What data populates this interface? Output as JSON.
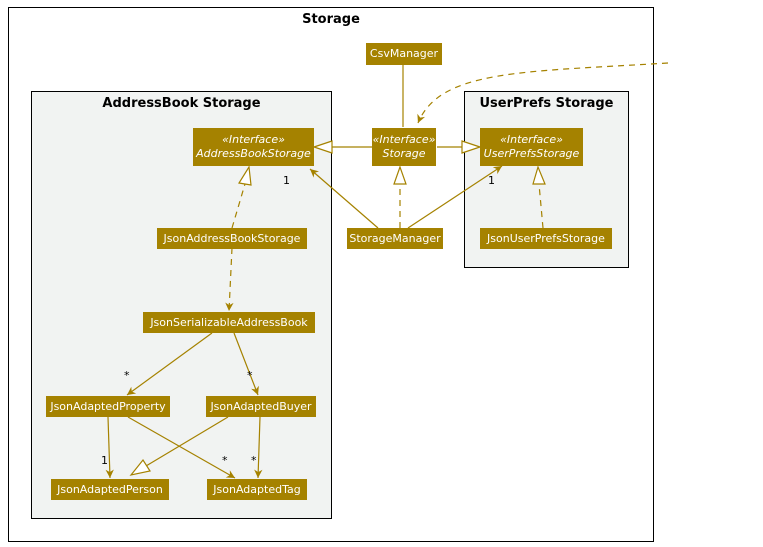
{
  "storage_package": {
    "title": "Storage"
  },
  "addressbook_package": {
    "title": "AddressBook Storage"
  },
  "userprefs_package": {
    "title": "UserPrefs Storage"
  },
  "colors": {
    "class_fill": "#a58200",
    "class_text": "#ffffff",
    "arrow": "#a58200",
    "package_fill": "#f1f3f2"
  },
  "classes": {
    "csv_manager": {
      "name": "CsvManager"
    },
    "storage": {
      "stereotype": "«Interface»",
      "name": "Storage"
    },
    "addressbook_storage": {
      "stereotype": "«Interface»",
      "name": "AddressBookStorage"
    },
    "userprefs_storage": {
      "stereotype": "«Interface»",
      "name": "UserPrefsStorage"
    },
    "storage_manager": {
      "name": "StorageManager"
    },
    "json_addressbook_storage": {
      "name": "JsonAddressBookStorage"
    },
    "json_userprefs_storage": {
      "name": "JsonUserPrefsStorage"
    },
    "json_serializable_addressbook": {
      "name": "JsonSerializableAddressBook"
    },
    "json_adapted_property": {
      "name": "JsonAdaptedProperty"
    },
    "json_adapted_buyer": {
      "name": "JsonAdaptedBuyer"
    },
    "json_adapted_person": {
      "name": "JsonAdaptedPerson"
    },
    "json_adapted_tag": {
      "name": "JsonAdaptedTag"
    }
  },
  "multiplicities": {
    "addressbook_one": "1",
    "userprefs_one": "1",
    "property_many": "*",
    "buyer_many": "*",
    "person_one": "1",
    "tag_from_property_many": "*",
    "tag_from_buyer_many": "*"
  }
}
